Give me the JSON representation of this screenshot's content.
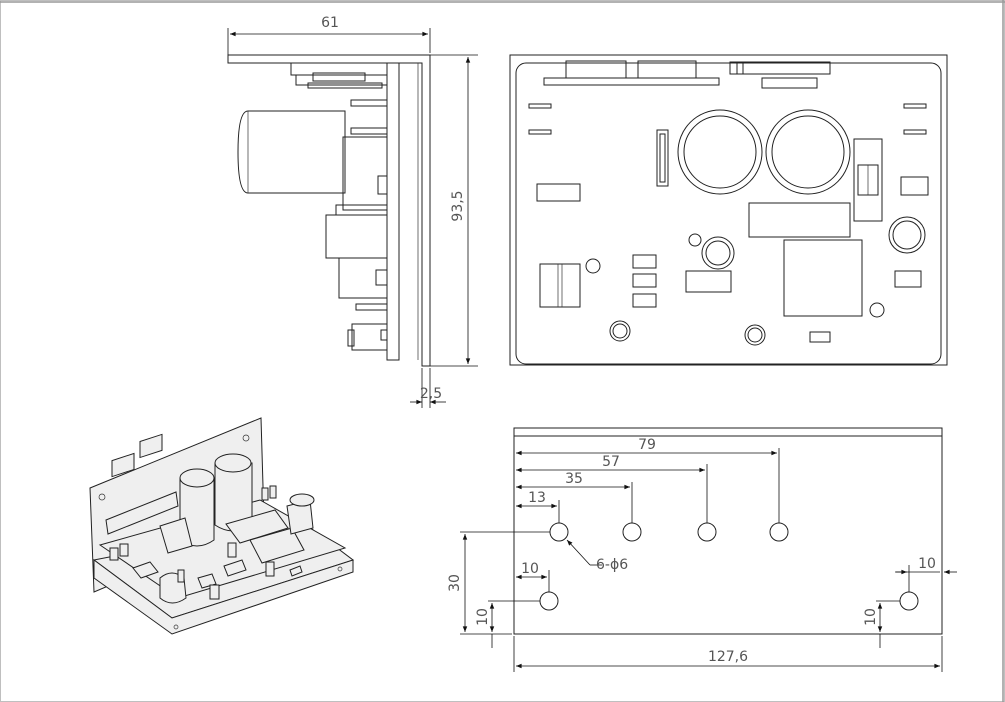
{
  "dimensions": {
    "side_width": "61",
    "side_height": "93,5",
    "plate_thickness": "2,5",
    "hole_79": "79",
    "hole_57": "57",
    "hole_35": "35",
    "hole_13": "13",
    "holes_callout": "6-ϕ6",
    "hole_row_height": "30",
    "left_hole_x": "10",
    "left_hole_y": "10",
    "right_hole_x": "10",
    "right_hole_y": "10",
    "base_width": "127,6"
  }
}
